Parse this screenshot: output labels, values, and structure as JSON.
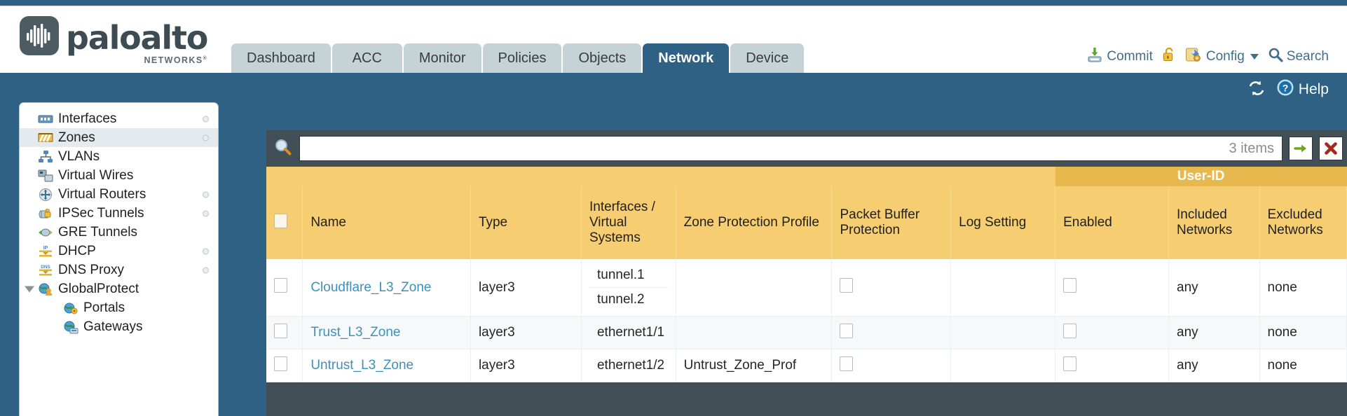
{
  "brand": {
    "word": "paloalto",
    "sub": "NETWORKS",
    "sup": "®"
  },
  "nav": {
    "tabs": [
      {
        "label": "Dashboard",
        "active": false
      },
      {
        "label": "ACC",
        "active": false
      },
      {
        "label": "Monitor",
        "active": false
      },
      {
        "label": "Policies",
        "active": false
      },
      {
        "label": "Objects",
        "active": false
      },
      {
        "label": "Network",
        "active": true
      },
      {
        "label": "Device",
        "active": false
      }
    ],
    "actions": {
      "commit": "Commit",
      "config": "Config",
      "search": "Search"
    },
    "help": "Help"
  },
  "sidebar": {
    "items": [
      {
        "label": "Interfaces",
        "icon": "interfaces-icon",
        "selected": false,
        "dot": true,
        "child": false,
        "expander": false
      },
      {
        "label": "Zones",
        "icon": "zones-icon",
        "selected": true,
        "dot": true,
        "child": false,
        "expander": false
      },
      {
        "label": "VLANs",
        "icon": "vlans-icon",
        "selected": false,
        "dot": false,
        "child": false,
        "expander": false
      },
      {
        "label": "Virtual Wires",
        "icon": "virtual-wires-icon",
        "selected": false,
        "dot": false,
        "child": false,
        "expander": false
      },
      {
        "label": "Virtual Routers",
        "icon": "virtual-routers-icon",
        "selected": false,
        "dot": true,
        "child": false,
        "expander": false
      },
      {
        "label": "IPSec Tunnels",
        "icon": "ipsec-tunnels-icon",
        "selected": false,
        "dot": true,
        "child": false,
        "expander": false
      },
      {
        "label": "GRE Tunnels",
        "icon": "gre-tunnels-icon",
        "selected": false,
        "dot": false,
        "child": false,
        "expander": false
      },
      {
        "label": "DHCP",
        "icon": "dhcp-icon",
        "selected": false,
        "dot": true,
        "child": false,
        "expander": false
      },
      {
        "label": "DNS Proxy",
        "icon": "dns-proxy-icon",
        "selected": false,
        "dot": true,
        "child": false,
        "expander": false
      },
      {
        "label": "GlobalProtect",
        "icon": "globalprotect-icon",
        "selected": false,
        "dot": false,
        "child": false,
        "expander": true
      },
      {
        "label": "Portals",
        "icon": "portals-icon",
        "selected": false,
        "dot": false,
        "child": true,
        "expander": false
      },
      {
        "label": "Gateways",
        "icon": "gateways-icon",
        "selected": false,
        "dot": false,
        "child": true,
        "expander": false
      }
    ]
  },
  "search": {
    "value": "",
    "placeholder": "",
    "item_count": "3 items",
    "apply_icon": "green-arrow-icon",
    "clear_icon": "red-x-icon"
  },
  "table": {
    "group_header": "User-ID",
    "columns": [
      "Name",
      "Type",
      "Interfaces / Virtual Systems",
      "Zone Protection Profile",
      "Packet Buffer Protection",
      "Log Setting",
      "Enabled",
      "Included Networks",
      "Excluded Networks"
    ],
    "rows": [
      {
        "name": "Cloudflare_L3_Zone",
        "type": "layer3",
        "interfaces": [
          "tunnel.1",
          "tunnel.2"
        ],
        "zone_protection_profile": "",
        "packet_buffer_protection": false,
        "log_setting": "",
        "userid_enabled": false,
        "included_networks": "any",
        "excluded_networks": "none"
      },
      {
        "name": "Trust_L3_Zone",
        "type": "layer3",
        "interfaces": [
          "ethernet1/1"
        ],
        "zone_protection_profile": "",
        "packet_buffer_protection": false,
        "log_setting": "",
        "userid_enabled": false,
        "included_networks": "any",
        "excluded_networks": "none"
      },
      {
        "name": "Untrust_L3_Zone",
        "type": "layer3",
        "interfaces": [
          "ethernet1/2"
        ],
        "zone_protection_profile": "Untrust_Zone_Prof",
        "packet_buffer_protection": false,
        "log_setting": "",
        "userid_enabled": false,
        "included_networks": "any",
        "excluded_networks": "none"
      }
    ]
  },
  "colors": {
    "brand_blue": "#2e6183",
    "header_amber": "#f6ce71",
    "group_amber": "#e7b84e",
    "link_blue": "#3f90b8",
    "tab_inactive": "#c5d2d6"
  }
}
